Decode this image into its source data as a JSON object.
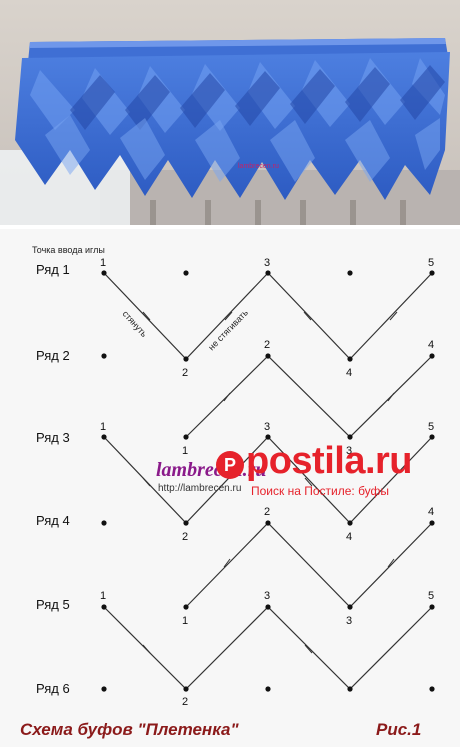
{
  "photo": {
    "watermark": "lambrecen.ru"
  },
  "scheme": {
    "entry_label": "Точка ввода иглы",
    "rows": [
      "Ряд 1",
      "Ряд 2",
      "Ряд 3",
      "Ряд 4",
      "Ряд 5",
      "Ряд 6"
    ],
    "annotation_pull": "стянуть",
    "annotation_no_pull": "не стягивать",
    "watermark_main": "lambrecen.ru",
    "watermark_url": "http://lambrecen.ru",
    "caption_title": "Схема буфов \"Плетенка\"",
    "caption_fig": "Рис.1",
    "point_numbers": [
      "1",
      "2",
      "3",
      "4",
      "5"
    ],
    "colors": {
      "caption": "#8b1a1a",
      "watermark": "#8a1a8a",
      "brand": "#e6222b",
      "fabric": "#3b6fd6"
    }
  },
  "branding": {
    "logo_letter": "P",
    "site": "postila.ru",
    "tagline": "Поиск на Постиле: буфы"
  }
}
